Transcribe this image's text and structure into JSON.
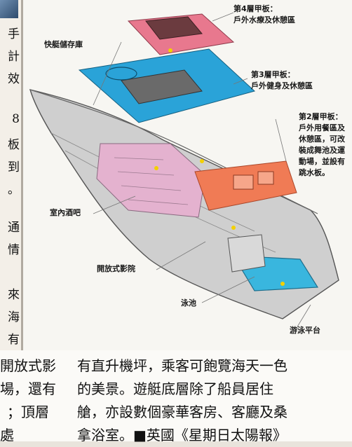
{
  "left_column": {
    "chars": [
      "手",
      "計",
      "效",
      "",
      "8",
      "板",
      "到",
      "。",
      "通",
      "情",
      "",
      "來",
      "海",
      "有"
    ]
  },
  "figure": {
    "labels": {
      "deck4_title": "第4層甲板：",
      "deck4_desc": "戶外水療及休憩區",
      "speedboat_storage": "快艇儲存庫",
      "deck3_title": "第3層甲板：",
      "deck3_desc": "戶外健身及休憩區",
      "deck2_title": "第2層甲板：",
      "deck2_line1": "戶外用餐區及",
      "deck2_line2": "休憩區，可改",
      "deck2_line3": "裝成舞池及運",
      "deck2_line4": "動場，並設有",
      "deck2_line5": "跳水板。",
      "indoor_bar": "室內酒吧",
      "open_cinema": "開放式影院",
      "pool": "泳池",
      "swim_platform": "游泳平台"
    },
    "colors": {
      "deck4": "#e8788e",
      "deck3": "#2aa3d8",
      "deck2": "#f07b55",
      "cabin": "#e9b3d0",
      "pool": "#3ab8e0",
      "hull": "#c9c9c9"
    }
  },
  "article": {
    "col1": [
      "開放式影",
      "場，還有",
      "；頂層",
      "處"
    ],
    "col2": [
      "有直升機坪，乘客可飽覽海天一色",
      "的美景。遊艇底層除了船員居住",
      "艙，亦設數個豪華客房、客廳及桑",
      "拿浴室。■英國《星期日太陽報》"
    ]
  }
}
